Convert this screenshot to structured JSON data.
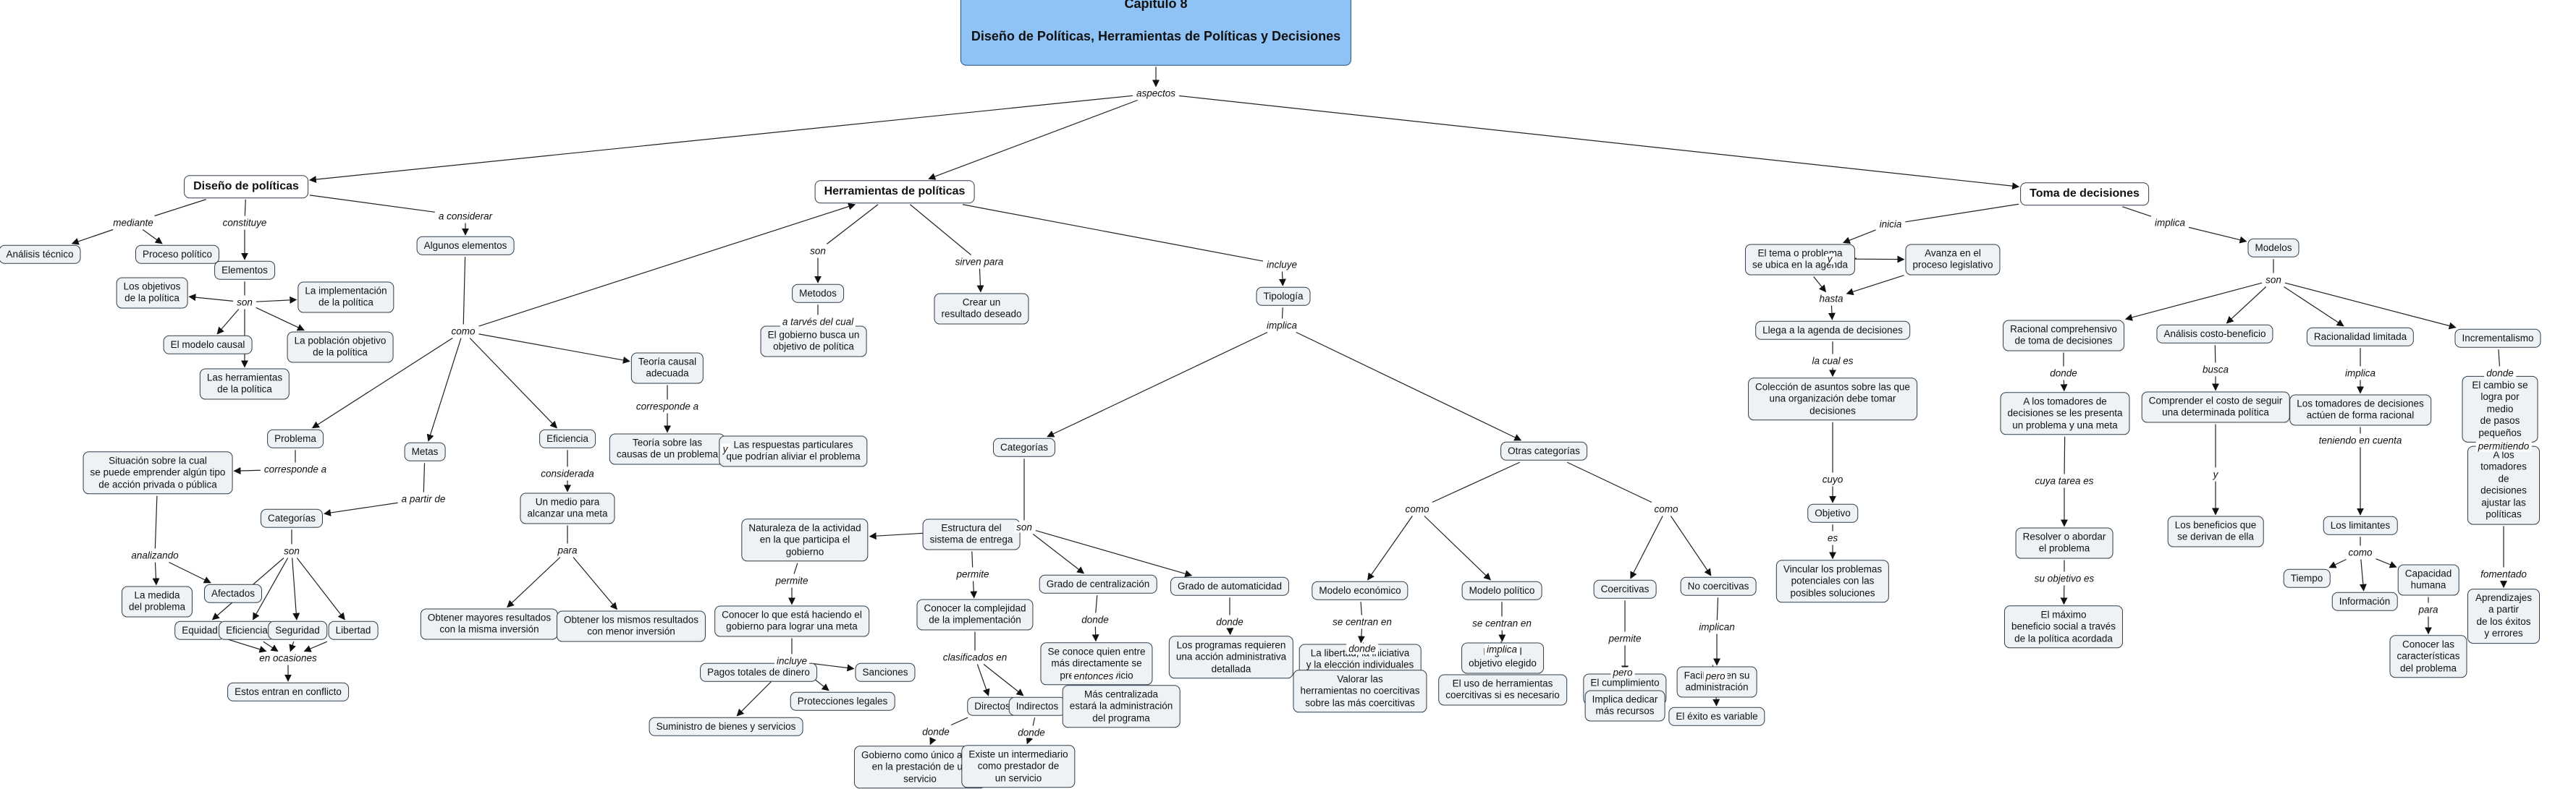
{
  "title": {
    "line1": "Capítulo 8",
    "line2": "Diseño de Políticas, Herramientas de Políticas y Decisiones"
  },
  "nodes": [
    {
      "id": "diseno",
      "text": "Diseño de políticas",
      "level": 1
    },
    {
      "id": "herr",
      "text": "Herramientas de políticas",
      "level": 1
    },
    {
      "id": "toma",
      "text": "Toma de decisiones",
      "level": 1
    },
    {
      "id": "analisis",
      "text": "Análisis técnico"
    },
    {
      "id": "proceso",
      "text": "Proceso político"
    },
    {
      "id": "elementos",
      "text": "Elementos"
    },
    {
      "id": "objetivos",
      "text": "Los objetivos\nde la política"
    },
    {
      "id": "implementacion",
      "text": "La implementación\nde la política"
    },
    {
      "id": "modelo_causal",
      "text": "El modelo causal"
    },
    {
      "id": "poblacion",
      "text": "La población objetivo\nde la política"
    },
    {
      "id": "herramientas_pol",
      "text": "Las herramientas\nde la política"
    },
    {
      "id": "algunos",
      "text": "Algunos elementos"
    },
    {
      "id": "problema",
      "text": "Problema"
    },
    {
      "id": "situacion",
      "text": "Situación sobre la cual\nse puede emprender algún tipo\nde acción privada o pública"
    },
    {
      "id": "categorias1",
      "text": "Categorías"
    },
    {
      "id": "medida",
      "text": "La medida\ndel problema"
    },
    {
      "id": "afectados",
      "text": "Afectados"
    },
    {
      "id": "equidad",
      "text": "Equidad"
    },
    {
      "id": "eficiencia_s",
      "text": "Eficiencia"
    },
    {
      "id": "seguridad",
      "text": "Seguridad"
    },
    {
      "id": "libertad",
      "text": "Libertad"
    },
    {
      "id": "conflicto",
      "text": "Estos entran en conflicto"
    },
    {
      "id": "metas",
      "text": "Metas"
    },
    {
      "id": "eficiencia",
      "text": "Eficiencia"
    },
    {
      "id": "medio",
      "text": "Un medio para\nalcanzar una meta"
    },
    {
      "id": "mayores",
      "text": "Obtener mayores resultados\ncon la misma inversión"
    },
    {
      "id": "mismos",
      "text": "Obtener los mismos resultados\ncon menor inversión"
    },
    {
      "id": "teoria_causal",
      "text": "Teoría causal\nadecuada"
    },
    {
      "id": "teoria_causas",
      "text": "Teoría sobre las\ncausas de un problema"
    },
    {
      "id": "respuestas",
      "text": "Las respuestas particulares\nque podrían aliviar el problema"
    },
    {
      "id": "metodos",
      "text": "Metodos"
    },
    {
      "id": "gobierno_busca",
      "text": "El gobierno busca un\nobjetivo de política"
    },
    {
      "id": "crear",
      "text": "Crear un\nresultado deseado"
    },
    {
      "id": "tipologia",
      "text": "Tipología"
    },
    {
      "id": "categorias2",
      "text": "Categorías"
    },
    {
      "id": "otras",
      "text": "Otras categorías"
    },
    {
      "id": "naturaleza",
      "text": "Naturaleza de la actividad\nen la que participa el\ngobierno"
    },
    {
      "id": "conocer_gob",
      "text": "Conocer lo que está haciendo el\ngobierno para lograr una meta"
    },
    {
      "id": "pagos",
      "text": "Pagos totales de dinero"
    },
    {
      "id": "sanciones",
      "text": "Sanciones"
    },
    {
      "id": "protecciones",
      "text": "Protecciones legales"
    },
    {
      "id": "suministro",
      "text": "Suministro de bienes y servicios"
    },
    {
      "id": "estructura",
      "text": "Estructura del\nsistema de entrega"
    },
    {
      "id": "complejidad",
      "text": "Conocer la complejidad\nde la implementación"
    },
    {
      "id": "directos",
      "text": "Directos"
    },
    {
      "id": "indirectos",
      "text": "Indirectos"
    },
    {
      "id": "gob_unico",
      "text": "Gobierno como único actor\nen la prestación de un\nservicio"
    },
    {
      "id": "intermediario",
      "text": "Existe un intermediario\ncomo prestador de\nun servicio"
    },
    {
      "id": "centralizacion",
      "text": "Grado de centralización"
    },
    {
      "id": "conoce_quien",
      "text": "Se conoce quien entre\nmás directamente se\npreste el servicio"
    },
    {
      "id": "mas_central",
      "text": "Más centralizada\nestará la administración\ndel programa"
    },
    {
      "id": "automaticidad",
      "text": "Grado de automaticidad"
    },
    {
      "id": "programas",
      "text": "Los programas requieren\nuna acción administrativa\ndetallada"
    },
    {
      "id": "economico",
      "text": "Modelo económico"
    },
    {
      "id": "libertad_ini",
      "text": "La libertad, la iniciativa\ny la elección individuales"
    },
    {
      "id": "valorar",
      "text": "Valorar las\nherramientas no coercitivas\nsobre las más coercitivas"
    },
    {
      "id": "politico",
      "text": "Modelo político"
    },
    {
      "id": "lograr",
      "text": "Lograr el\nobjetivo elegido"
    },
    {
      "id": "uso_coerc",
      "text": "El uso de herramientas\ncoercitivas si es necesario"
    },
    {
      "id": "coercitivas",
      "text": "Coercitivas"
    },
    {
      "id": "cumplimiento",
      "text": "El cumplimiento\nde la política"
    },
    {
      "id": "dedicar",
      "text": "Implica dedicar\nmás recursos"
    },
    {
      "id": "no_coercitivas",
      "text": "No coercitivas"
    },
    {
      "id": "facilidad",
      "text": "Facilidad en su\nadministración"
    },
    {
      "id": "exito_variable",
      "text": "El éxito es variable"
    },
    {
      "id": "tema",
      "text": "El tema o problema\nse ubica en la agenda"
    },
    {
      "id": "avanza",
      "text": "Avanza en el\nproceso legislativo"
    },
    {
      "id": "llega",
      "text": "Llega a la agenda de decisiones"
    },
    {
      "id": "coleccion",
      "text": "Colección de asuntos sobre las que\nuna organización debe tomar\ndecisiones"
    },
    {
      "id": "objetivo",
      "text": "Objetivo"
    },
    {
      "id": "vincular",
      "text": "Vincular los problemas\npotenciales con las\nposibles soluciones"
    },
    {
      "id": "modelos",
      "text": "Modelos"
    },
    {
      "id": "racional",
      "text": "Racional comprehensivo\nde toma de decisiones"
    },
    {
      "id": "tomadores1",
      "text": "A los tomadores de\ndecisiones se les presenta\nun problema y una meta"
    },
    {
      "id": "resolver",
      "text": "Resolver o abordar\nel problema"
    },
    {
      "id": "maximo",
      "text": "El máximo\nbeneficio social a través\nde la política acordada"
    },
    {
      "id": "costo",
      "text": "Análisis costo-beneficio"
    },
    {
      "id": "comprender",
      "text": "Comprender el costo de seguir\nuna determinada política"
    },
    {
      "id": "beneficios",
      "text": "Los beneficios que\nse derivan de ella"
    },
    {
      "id": "limitada",
      "text": "Racionalidad limitada"
    },
    {
      "id": "actuen",
      "text": "Los tomadores de decisiones\nactúen de forma racional"
    },
    {
      "id": "limitantes",
      "text": "Los limitantes"
    },
    {
      "id": "tiempo",
      "text": "Tiempo"
    },
    {
      "id": "informacion",
      "text": "Información"
    },
    {
      "id": "capacidad",
      "text": "Capacidad\nhumana"
    },
    {
      "id": "conocer_car",
      "text": "Conocer las\ncaracterísticas\ndel problema"
    },
    {
      "id": "incremental",
      "text": "Incrementalismo"
    },
    {
      "id": "cambio",
      "text": "El cambio se logra por medio\nde pasos pequeños"
    },
    {
      "id": "ajustar",
      "text": "A los tomadores de\ndecisiones ajustar las políticas"
    },
    {
      "id": "aprendizajes",
      "text": "Aprendizajes a partir\nde los éxitos y errores"
    }
  ],
  "links": [
    {
      "id": "l_aspectos",
      "text": "aspectos"
    },
    {
      "id": "l_mediante",
      "text": "mediante"
    },
    {
      "id": "l_constituye",
      "text": "constituye"
    },
    {
      "id": "l_aconsiderar",
      "text": "a considerar"
    },
    {
      "id": "l_son1",
      "text": "son"
    },
    {
      "id": "l_como1",
      "text": "como"
    },
    {
      "id": "l_corresponde_a",
      "text": "corresponde a"
    },
    {
      "id": "l_analizando",
      "text": "analizando"
    },
    {
      "id": "l_son2",
      "text": "son"
    },
    {
      "id": "l_enocasiones",
      "text": "en ocasiones"
    },
    {
      "id": "l_apartir",
      "text": "a partir de"
    },
    {
      "id": "l_considerada",
      "text": "considerada"
    },
    {
      "id": "l_para1",
      "text": "para"
    },
    {
      "id": "l_corresponde2",
      "text": "corresponde a"
    },
    {
      "id": "l_y1",
      "text": "y"
    },
    {
      "id": "l_son3",
      "text": "son"
    },
    {
      "id": "l_atraves",
      "text": "a tarvés del cual"
    },
    {
      "id": "l_sirven",
      "text": "sirven para"
    },
    {
      "id": "l_incluye1",
      "text": "incluye"
    },
    {
      "id": "l_implica1",
      "text": "implica"
    },
    {
      "id": "l_son4",
      "text": "son"
    },
    {
      "id": "l_permite1",
      "text": "permite"
    },
    {
      "id": "l_incluye2",
      "text": "incluye"
    },
    {
      "id": "l_permite2",
      "text": "permite"
    },
    {
      "id": "l_clasificados",
      "text": "clasificados en"
    },
    {
      "id": "l_donde1",
      "text": "donde"
    },
    {
      "id": "l_donde2",
      "text": "donde"
    },
    {
      "id": "l_donde3",
      "text": "donde"
    },
    {
      "id": "l_entonces",
      "text": "entonces"
    },
    {
      "id": "l_donde4",
      "text": "donde"
    },
    {
      "id": "l_como2",
      "text": "como"
    },
    {
      "id": "l_centran1",
      "text": "se centran en"
    },
    {
      "id": "l_donde5",
      "text": "donde"
    },
    {
      "id": "l_centran2",
      "text": "se centran en"
    },
    {
      "id": "l_implica2",
      "text": "implica"
    },
    {
      "id": "l_como3",
      "text": "como"
    },
    {
      "id": "l_permite3",
      "text": "permite"
    },
    {
      "id": "l_pero1",
      "text": "pero"
    },
    {
      "id": "l_implican",
      "text": "implican"
    },
    {
      "id": "l_pero2",
      "text": "pero"
    },
    {
      "id": "l_inicia",
      "text": "inicia"
    },
    {
      "id": "l_y2",
      "text": "y"
    },
    {
      "id": "l_hasta",
      "text": "hasta"
    },
    {
      "id": "l_lacual",
      "text": "la cual es"
    },
    {
      "id": "l_cuyo",
      "text": "cuyo"
    },
    {
      "id": "l_es",
      "text": "es"
    },
    {
      "id": "l_implica3",
      "text": "implica"
    },
    {
      "id": "l_son5",
      "text": "son"
    },
    {
      "id": "l_donde6",
      "text": "donde"
    },
    {
      "id": "l_cuyatarea",
      "text": "cuya tarea es"
    },
    {
      "id": "l_suobjetivo",
      "text": "su objetivo es"
    },
    {
      "id": "l_busca",
      "text": "busca"
    },
    {
      "id": "l_y3",
      "text": "y"
    },
    {
      "id": "l_implica4",
      "text": "implica"
    },
    {
      "id": "l_teniendo",
      "text": "teniendo en cuenta"
    },
    {
      "id": "l_como4",
      "text": "como"
    },
    {
      "id": "l_para2",
      "text": "para"
    },
    {
      "id": "l_donde7",
      "text": "donde"
    },
    {
      "id": "l_permitiendo",
      "text": "permitiendo"
    },
    {
      "id": "l_fomentado",
      "text": "fomentado"
    }
  ],
  "colors": {
    "root_fill": "#8fc3f5",
    "node_fill": "#eef2f4",
    "stroke": "#2f3d4a"
  }
}
